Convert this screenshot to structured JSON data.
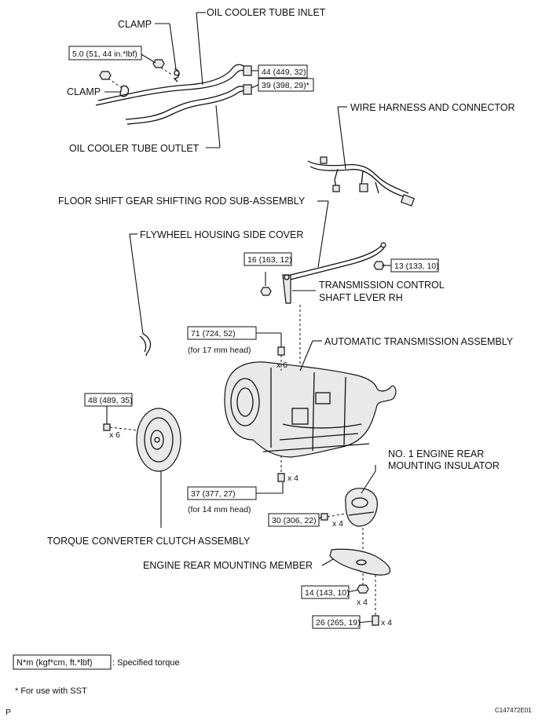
{
  "labels": {
    "clamp_top": "CLAMP",
    "oil_cooler_inlet": "OIL COOLER TUBE INLET",
    "clamp_left": "CLAMP",
    "oil_cooler_outlet": "OIL COOLER TUBE OUTLET",
    "wire_harness": "WIRE HARNESS AND CONNECTOR",
    "floor_shift": "FLOOR SHIFT GEAR SHIFTING ROD SUB-ASSEMBLY",
    "flywheel_cover": "FLYWHEEL HOUSING SIDE COVER",
    "trans_lever_1": "TRANSMISSION CONTROL",
    "trans_lever_2": "SHAFT LEVER RH",
    "auto_trans": "AUTOMATIC TRANSMISSION ASSEMBLY",
    "engine_insulator_1": "NO. 1 ENGINE REAR",
    "engine_insulator_2": "MOUNTING INSULATOR",
    "torque_converter": "TORQUE CONVERTER CLUTCH ASSEMBLY",
    "engine_rear_member": "ENGINE REAR MOUNTING MEMBER"
  },
  "torques": {
    "clamp_bolt": "5.0 (51, 44 in.*lbf)",
    "inlet_nut": "44 (449, 32)",
    "inlet_nut_sst": "39 (398, 29)*",
    "lever_nut": "16 (163, 12)",
    "rod_nut": "13 (133, 10)",
    "bolt_17mm": "71 (724, 52)",
    "bolt_14mm": "37 (377, 27)",
    "converter_bolt": "48 (489, 35)",
    "insulator_bolt": "30 (306, 22)",
    "member_nut": "14 (143, 10)",
    "member_bolt": "26 (265, 19)"
  },
  "notes": {
    "for_17mm": "(for 17 mm head)",
    "for_14mm": "(for 14 mm head)"
  },
  "counts": {
    "x6_a": "x 6",
    "x6_b": "x 6",
    "x4_a": "x 4",
    "x4_b": "x 4",
    "x4_c": "x 4",
    "x4_d": "x 4"
  },
  "legend": {
    "unit_box": "N*m (kgf*cm, ft.*lbf)",
    "unit_desc": ": Specified torque",
    "sst_note": "* For use with SST"
  },
  "footer": {
    "page_letter": "P",
    "figure_code": "C147472E01"
  }
}
